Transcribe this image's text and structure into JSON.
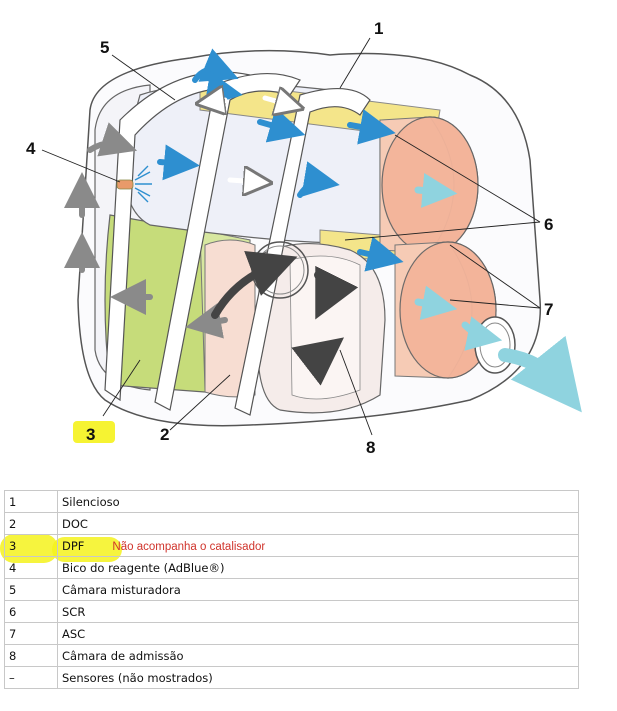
{
  "diagram": {
    "callouts": [
      "1",
      "2",
      "3",
      "4",
      "5",
      "6",
      "7",
      "8"
    ]
  },
  "legend": {
    "rows": [
      {
        "num": "1",
        "label": "Silencioso",
        "note": ""
      },
      {
        "num": "2",
        "label": "DOC",
        "note": ""
      },
      {
        "num": "3",
        "label": "DPF",
        "note": "Não acompanha o catalisador"
      },
      {
        "num": "4",
        "label": "Bico do reagente (AdBlue®)",
        "note": ""
      },
      {
        "num": "5",
        "label": "Câmara misturadora",
        "note": ""
      },
      {
        "num": "6",
        "label": "SCR",
        "note": ""
      },
      {
        "num": "7",
        "label": "ASC",
        "note": ""
      },
      {
        "num": "8",
        "label": "Câmara de admissão",
        "note": ""
      },
      {
        "num": "–",
        "label": "Sensores (não mostrados)",
        "note": ""
      }
    ]
  },
  "colors": {
    "highlight": "#f5f21c",
    "note_red": "#d0342c",
    "flow_blue": "#2e8fd0",
    "flow_gray": "#8a8a8a",
    "scr_salmon": "#f3b49a",
    "dpf_green": "#c6dc7a",
    "exhaust_cyan": "#8fd3df"
  }
}
